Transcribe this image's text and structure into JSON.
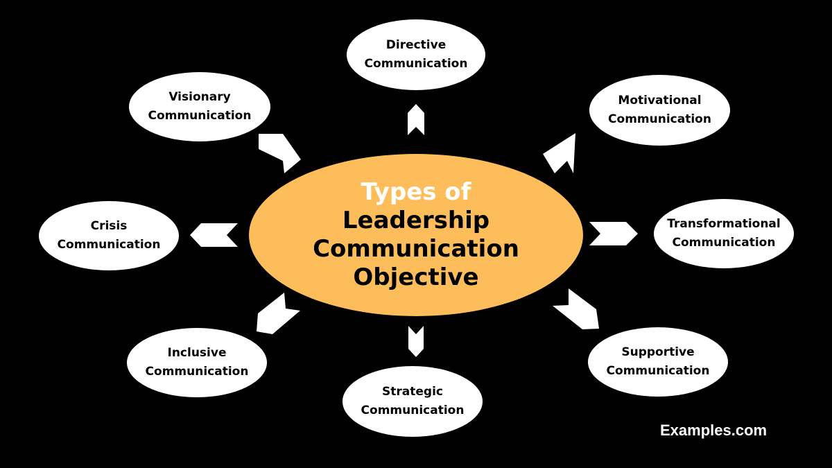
{
  "center": {
    "title_line1": "Types of",
    "title_line2": "Leadership",
    "title_line3": "Communication",
    "title_line4": "Objective",
    "color": "#fdbd5a"
  },
  "nodes": [
    {
      "id": "directive",
      "line1": "Directive",
      "line2": "Communication"
    },
    {
      "id": "motivational",
      "line1": "Motivational",
      "line2": "Communication"
    },
    {
      "id": "transformational",
      "line1": "Transformational",
      "line2": "Communication"
    },
    {
      "id": "supportive",
      "line1": "Supportive",
      "line2": "Communication"
    },
    {
      "id": "strategic",
      "line1": "Strategic",
      "line2": "Communication"
    },
    {
      "id": "inclusive",
      "line1": "Inclusive",
      "line2": "Communication"
    },
    {
      "id": "crisis",
      "line1": "Crisis",
      "line2": "Communication"
    },
    {
      "id": "visionary",
      "line1": "Visionary",
      "line2": "Communication"
    }
  ],
  "brand": "Examples.com"
}
